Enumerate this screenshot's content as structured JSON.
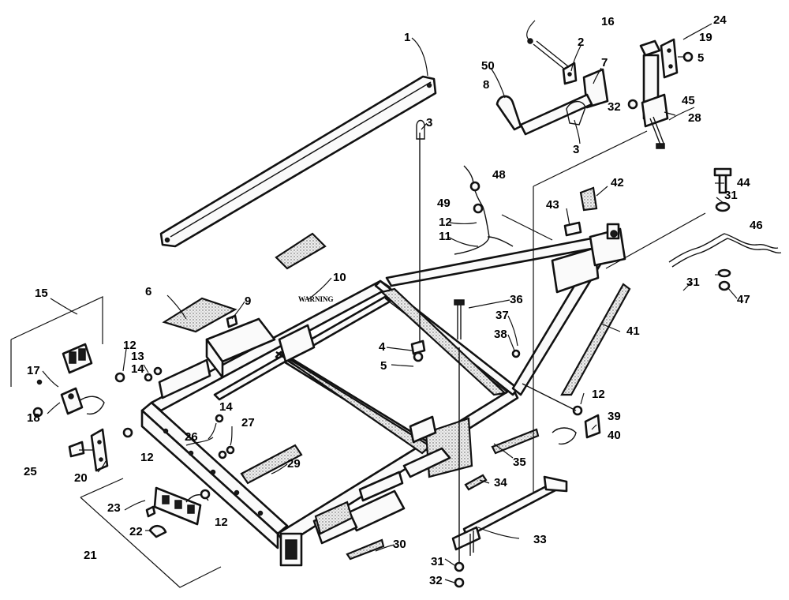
{
  "decal_text": "WARNING",
  "callouts": {
    "c1": "1",
    "c2": "2",
    "c3a": "3",
    "c3b": "3",
    "c4": "4",
    "c5a": "5",
    "c5b": "5",
    "c6": "6",
    "c7": "7",
    "c8": "8",
    "c9": "9",
    "c10": "10",
    "c11": "11",
    "c12a": "12",
    "c12b": "12",
    "c12c": "12",
    "c12d": "12",
    "c12e": "12",
    "c13": "13",
    "c14a": "14",
    "c14b": "14",
    "c15": "15",
    "c16": "16",
    "c17": "17",
    "c18": "18",
    "c19": "19",
    "c20": "20",
    "c21": "21",
    "c22": "22",
    "c23": "23",
    "c24": "24",
    "c25": "25",
    "c26": "26",
    "c27": "27",
    "c28": "28",
    "c29": "29",
    "c30": "30",
    "c31a": "31",
    "c31b": "31",
    "c31c": "31",
    "c32a": "32",
    "c32b": "32",
    "c33": "33",
    "c34": "34",
    "c35": "35",
    "c36": "36",
    "c37": "37",
    "c38": "38",
    "c39": "39",
    "c40": "40",
    "c41": "41",
    "c42": "42",
    "c43": "43",
    "c44": "44",
    "c45": "45",
    "c46": "46",
    "c47": "47",
    "c48": "48",
    "c49": "49",
    "c50": "50"
  }
}
